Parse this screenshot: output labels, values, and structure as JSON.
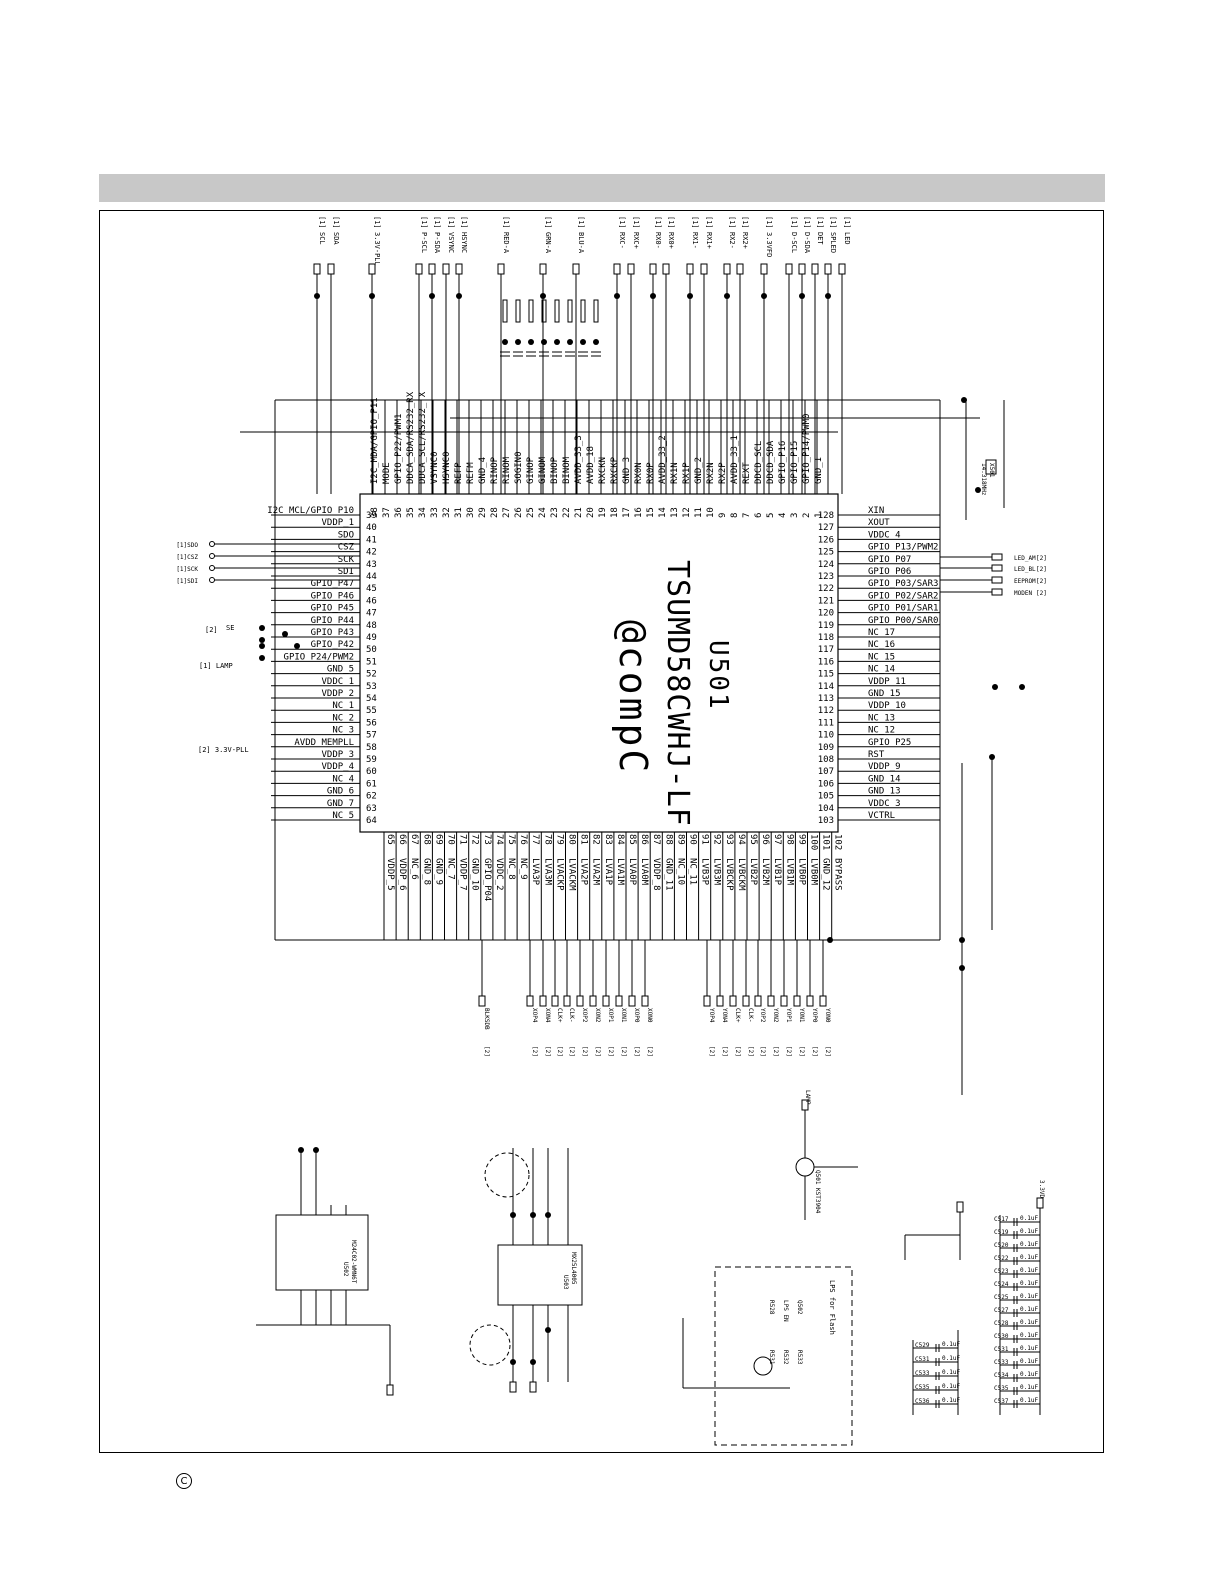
{
  "page": {
    "copyright_symbol": "C"
  },
  "chip": {
    "ref": "U501",
    "part": "TSUMD58CWHJ-LF",
    "brand": "@compC",
    "left_pins": [
      [
        "I2C_MCL/GPIO_P10",
        "39"
      ],
      [
        "VDDP_1",
        "40"
      ],
      [
        "SDO",
        "41"
      ],
      [
        "CSZ",
        "42"
      ],
      [
        "SCK",
        "43"
      ],
      [
        "SDI",
        "44"
      ],
      [
        "GPIO_P47",
        "45"
      ],
      [
        "GPIO_P46",
        "46"
      ],
      [
        "GPIO_P45",
        "47"
      ],
      [
        "GPIO_P44",
        "48"
      ],
      [
        "GPIO_P43",
        "49"
      ],
      [
        "GPIO_P42",
        "50"
      ],
      [
        "GPIO_P24/PWM2",
        "51"
      ],
      [
        "GND_5",
        "52"
      ],
      [
        "VDDC_1",
        "53"
      ],
      [
        "VDDP_2",
        "54"
      ],
      [
        "NC_1",
        "55"
      ],
      [
        "NC_2",
        "56"
      ],
      [
        "NC_3",
        "57"
      ],
      [
        "AVDD_MEMPLL",
        "58"
      ],
      [
        "VDDP_3",
        "59"
      ],
      [
        "VDDP_4",
        "60"
      ],
      [
        "NC_4",
        "61"
      ],
      [
        "GND_6",
        "62"
      ],
      [
        "GND_7",
        "63"
      ],
      [
        "NC_5",
        "64"
      ]
    ],
    "right_pins": [
      [
        "XIN",
        "128"
      ],
      [
        "XOUT",
        "127"
      ],
      [
        "VDDC_4",
        "126"
      ],
      [
        "GPIO_P13/PWM2",
        "125"
      ],
      [
        "GPIO_P07",
        "124"
      ],
      [
        "GPIO_P06",
        "123"
      ],
      [
        "GPIO_P03/SAR3",
        "122"
      ],
      [
        "GPIO_P02/SAR2",
        "121"
      ],
      [
        "GPIO_P01/SAR1",
        "120"
      ],
      [
        "GPIO_P00/SAR0",
        "119"
      ],
      [
        "NC_17",
        "118"
      ],
      [
        "NC_16",
        "117"
      ],
      [
        "NC_15",
        "116"
      ],
      [
        "NC_14",
        "115"
      ],
      [
        "VDDP_11",
        "114"
      ],
      [
        "GND_15",
        "113"
      ],
      [
        "VDDP_10",
        "112"
      ],
      [
        "NC_13",
        "111"
      ],
      [
        "NC_12",
        "110"
      ],
      [
        "GPIO_P25",
        "109"
      ],
      [
        "RST",
        "108"
      ],
      [
        "VDDP_9",
        "107"
      ],
      [
        "GND_14",
        "106"
      ],
      [
        "GND_13",
        "105"
      ],
      [
        "VDDC_3",
        "104"
      ],
      [
        "VCTRL",
        "103"
      ]
    ],
    "top_pins": [
      [
        "I2C_MDA/GPIO_P11",
        "38"
      ],
      [
        "MODE",
        "37"
      ],
      [
        "GPIO_P22/PWM1",
        "36"
      ],
      [
        "DDCA_SDA/RS232_RX",
        "35"
      ],
      [
        "DDCA_SCL/RS232_TX",
        "34"
      ],
      [
        "VSYNC0",
        "33"
      ],
      [
        "HSYNC0",
        "32"
      ],
      [
        "REFP",
        "31"
      ],
      [
        "REFM",
        "30"
      ],
      [
        "GND_4",
        "29"
      ],
      [
        "RINOP",
        "28"
      ],
      [
        "RINOM",
        "27"
      ],
      [
        "SOGIN0",
        "26"
      ],
      [
        "GINOP",
        "25"
      ],
      [
        "GINOM",
        "24"
      ],
      [
        "BINOP",
        "23"
      ],
      [
        "BINOM",
        "22"
      ],
      [
        "AVDD_33_3",
        "21"
      ],
      [
        "AVDD_18",
        "20"
      ],
      [
        "RXCKN",
        "19"
      ],
      [
        "RXCKP",
        "18"
      ],
      [
        "GND_3",
        "17"
      ],
      [
        "RX0N",
        "16"
      ],
      [
        "RX0P",
        "15"
      ],
      [
        "AVDD_33_2",
        "14"
      ],
      [
        "RX1N",
        "13"
      ],
      [
        "RX1P",
        "12"
      ],
      [
        "GND_2",
        "11"
      ],
      [
        "RX2N",
        "10"
      ],
      [
        "RX2P",
        "9"
      ],
      [
        "AVDD_33_1",
        "8"
      ],
      [
        "REXT",
        "7"
      ],
      [
        "DDCD_SCL",
        "6"
      ],
      [
        "DDCD_SDA",
        "5"
      ],
      [
        "GPIO_P16",
        "4"
      ],
      [
        "GPIO_P15",
        "3"
      ],
      [
        "GPIO_P14/PWM0",
        "2"
      ],
      [
        "GND_1",
        "1"
      ]
    ],
    "bottom_pins": [
      [
        "VDDP_5",
        "65"
      ],
      [
        "VDDP_6",
        "66"
      ],
      [
        "NC_6",
        "67"
      ],
      [
        "GND_8",
        "68"
      ],
      [
        "GND_9",
        "69"
      ],
      [
        "NC_7",
        "70"
      ],
      [
        "VDDP_7",
        "71"
      ],
      [
        "GND_10",
        "72"
      ],
      [
        "GPIO_P04",
        "73"
      ],
      [
        "VDDC_2",
        "74"
      ],
      [
        "NC_8",
        "75"
      ],
      [
        "NC_9",
        "76"
      ],
      [
        "LVA3P",
        "77"
      ],
      [
        "LVA3M",
        "78"
      ],
      [
        "LVACKP",
        "79"
      ],
      [
        "LVACKM",
        "80"
      ],
      [
        "LVA2P",
        "81"
      ],
      [
        "LVA2M",
        "82"
      ],
      [
        "LVA1P",
        "83"
      ],
      [
        "LVA1M",
        "84"
      ],
      [
        "LVA0P",
        "85"
      ],
      [
        "LVA0M",
        "86"
      ],
      [
        "VDDP_8",
        "87"
      ],
      [
        "GND_11",
        "88"
      ],
      [
        "NC_10",
        "89"
      ],
      [
        "NC_11",
        "90"
      ],
      [
        "LVB3P",
        "91"
      ],
      [
        "LVB3M",
        "92"
      ],
      [
        "LVBCKP",
        "93"
      ],
      [
        "LVBCKM",
        "94"
      ],
      [
        "LVB2P",
        "95"
      ],
      [
        "LVB2M",
        "96"
      ],
      [
        "LVB1P",
        "97"
      ],
      [
        "LVB1M",
        "98"
      ],
      [
        "LVB0P",
        "99"
      ],
      [
        "LVB0M",
        "100"
      ],
      [
        "GND_12",
        "101"
      ],
      [
        "BYPASS",
        "102"
      ]
    ]
  },
  "left_side_nets": [
    "SDO",
    "CSZ",
    "SCK",
    "SDI"
  ],
  "left_side_refs": [
    "[1]",
    "[1]",
    "[1]",
    "[1]"
  ],
  "left_misc_labels": {
    "se": "SE",
    "lamp": "LAMP",
    "ref1": "[2]",
    "ref2": "[1]",
    "avdd": "[2] 3.3V-PLL"
  },
  "right_side_nets": [
    "LED_AM",
    "LED_BL",
    "EEPROM",
    "MODEN"
  ],
  "right_side_refs": [
    "[2]",
    "[2]",
    "[2]",
    "[2]"
  ],
  "top_nets": [
    "SCL",
    "SDA",
    "3.3V-PLL",
    "P-SCL",
    "P-SDA",
    "VSYNC",
    "HSYNC",
    "RED-A",
    "GRN-A",
    "BLU-A",
    "RXC-",
    "RXC+",
    "RX0-",
    "RX0+",
    "RX1-",
    "RX1+",
    "RX2-",
    "RX2+",
    "3.3VFD",
    "D-SCL",
    "D-SDA",
    "DET",
    "SPLED",
    "LED"
  ],
  "bottom_nets": [
    "BLKSDB",
    "XOP4",
    "XON4",
    "CLK+",
    "CLK-",
    "XOP2",
    "XON2",
    "XOP1",
    "XON1",
    "XOP0",
    "XON0",
    "YOP4",
    "YON4",
    "CLK+",
    "CLK-",
    "YOP2",
    "YON2",
    "YOP1",
    "YON1",
    "YOP0",
    "YON0"
  ],
  "eeprom": {
    "label": "M24C02-WMN6T",
    "ref": "U502"
  },
  "flash": {
    "label": "MX25L4005",
    "ref": "U503"
  },
  "crystal": {
    "label": "X501",
    "freq": "14.318MHz"
  },
  "caps_right": [
    "C517",
    "C519",
    "C520",
    "C522",
    "C523",
    "C524",
    "C525",
    "C527",
    "C528",
    "C530",
    "C531",
    "C533",
    "C534",
    "C535",
    "C537"
  ],
  "caps_right_value": "0.1uF",
  "caps_left": [
    "C529",
    "C531",
    "C533",
    "C535",
    "C536"
  ],
  "lps_box": {
    "title": "LPS for Flash",
    "labels": [
      "R528",
      "LPS EN",
      "Q502",
      "R531",
      "R532",
      "R533"
    ]
  },
  "transistor": {
    "ref": "Q501",
    "type": "KST3904",
    "net": "LAMP"
  },
  "vddref": "3.3VD"
}
